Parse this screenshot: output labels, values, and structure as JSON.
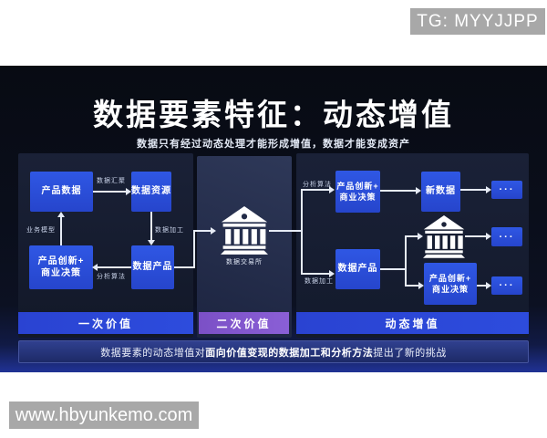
{
  "watermarks": {
    "top": "TG: MYYJJPP",
    "bottom": "www.hbyunkemo.com"
  },
  "slide": {
    "title": "数据要素特征：动态增值",
    "subtitle": "数据只有经过动态处理才能形成增值，数据才能变成资产",
    "banner": {
      "prefix": "数据要素的动态增值对",
      "bold": "面向价值变现的数据加工和分析方法",
      "suffix": "提出了新的挑战"
    },
    "diagram": {
      "left": {
        "box_product_data": "产品数据",
        "box_data_resource": "数据资源",
        "box_innovation": "产品创新+\n商业决策",
        "box_data_product": "数据产品",
        "label_aggregation": "数据汇聚",
        "label_processing": "数据加工",
        "label_analysis": "分析算法",
        "label_business_model": "业务模型",
        "bar": "一次价值"
      },
      "middle": {
        "bank_label": "数据交易所",
        "bar": "二次价值"
      },
      "right": {
        "label_analysis": "分析算法",
        "label_processing": "数据加工",
        "box_innovation_top": "产品创新+\n商业决策",
        "box_new_data": "新数据",
        "box_data_product": "数据产品",
        "box_innovation_bottom": "产品创新+\n商业决策",
        "dots": "···",
        "bar": "动态增值"
      }
    }
  },
  "icons": {
    "exchange_left": "bank-icon",
    "exchange_right": "bank-icon"
  },
  "colors": {
    "box_blue": "#2b51dc",
    "bar_blue": "#2b46d5",
    "bar_purple": "#8156cd",
    "banner_bg": "#1d2a67",
    "slide_bottom_glow": "#203295",
    "watermark_gray": "#a8a8a8"
  }
}
